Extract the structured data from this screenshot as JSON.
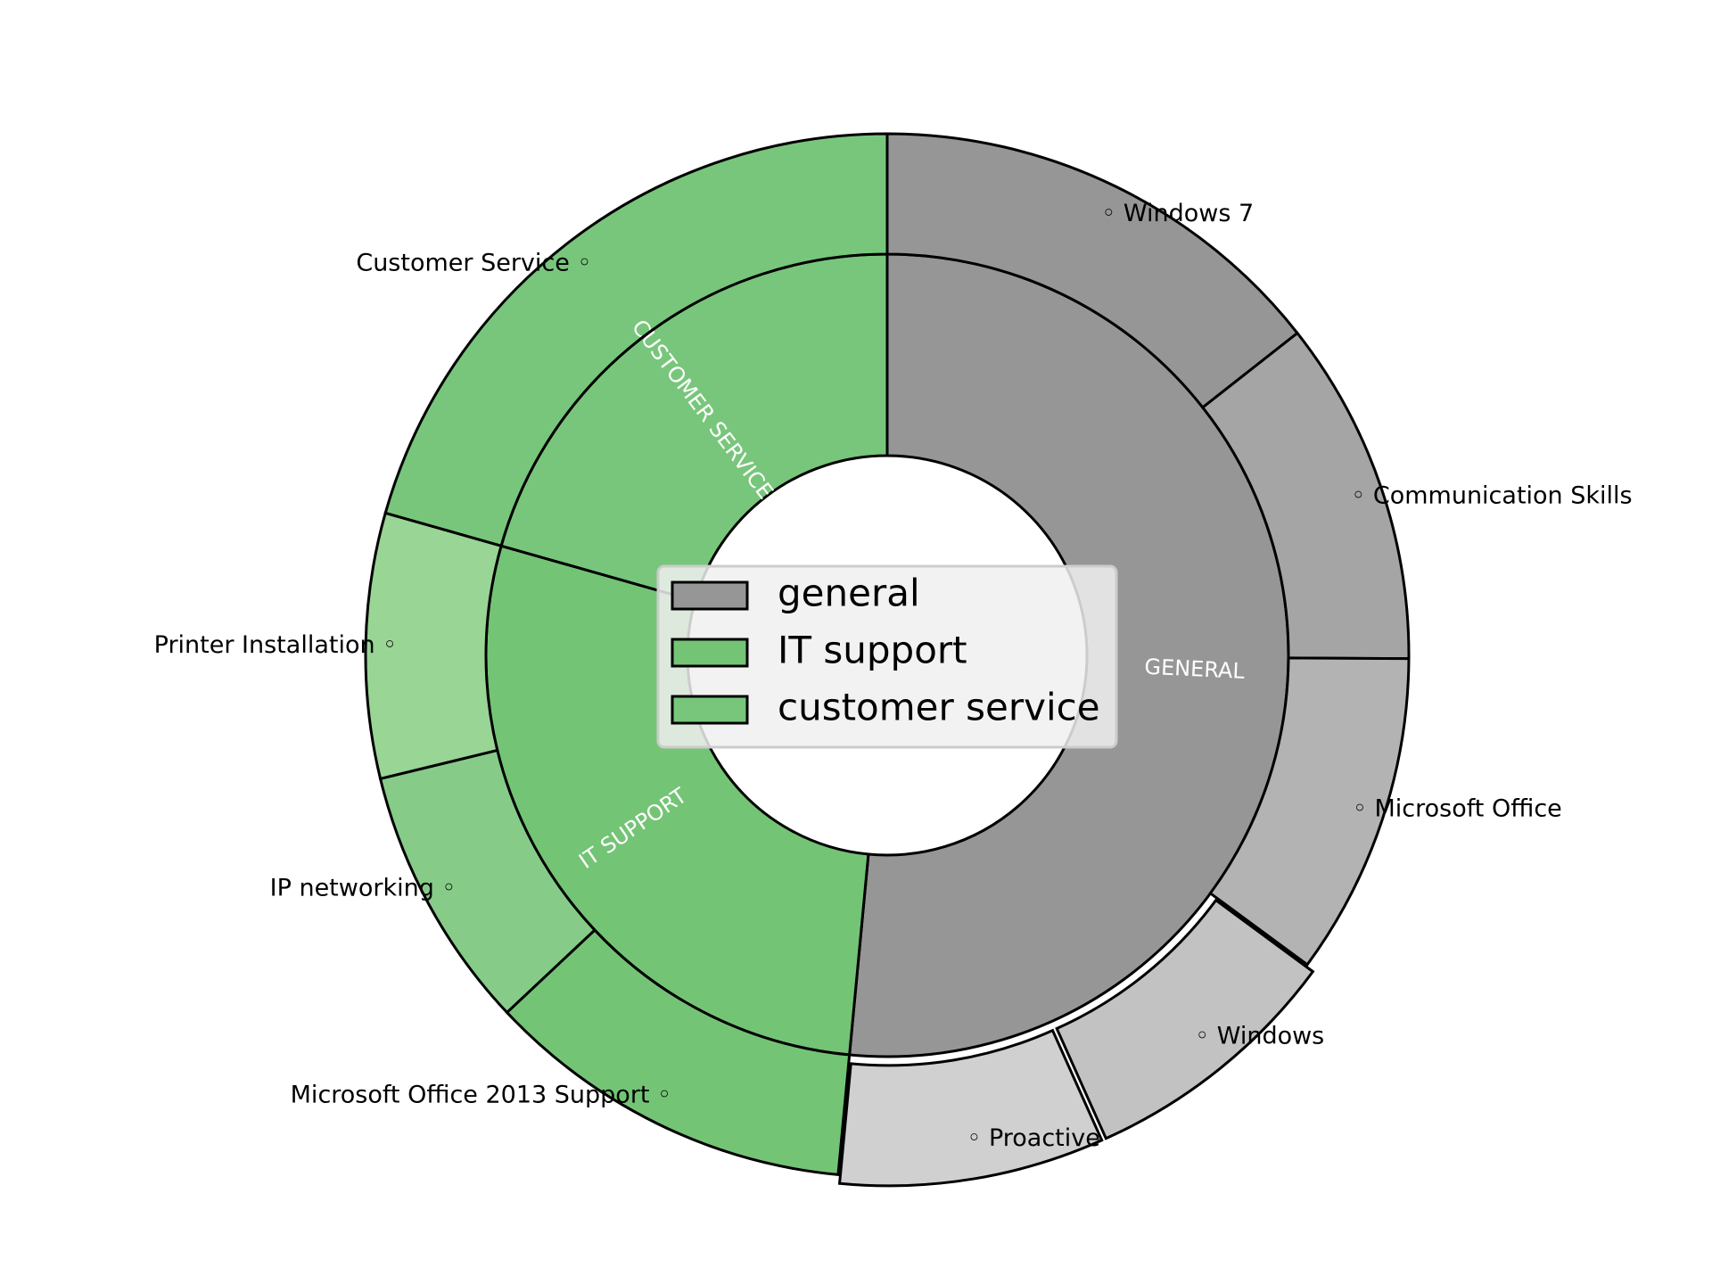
{
  "chart_data": {
    "type": "sunburst",
    "title": "",
    "legend": {
      "placement": "center",
      "entries": [
        {
          "label": "general",
          "color": "#969696"
        },
        {
          "label": "IT support",
          "color": "#74c476"
        },
        {
          "label": "customer service",
          "color": "#78c67b"
        }
      ]
    },
    "categories": [
      {
        "name": "GENERAL",
        "color": "#969696",
        "items": [
          {
            "label": "Windows 7",
            "value": 14.4,
            "color": "#969696",
            "explode": false
          },
          {
            "label": "Communication Skills",
            "value": 10.7,
            "color": "#a5a5a5",
            "explode": false
          },
          {
            "label": "Microsoft Office",
            "value": 10.0,
            "color": "#b3b3b3",
            "explode": false
          },
          {
            "label": "Windows",
            "value": 8.2,
            "color": "#c2c2c2",
            "explode": true
          },
          {
            "label": "Proactive",
            "value": 8.2,
            "color": "#d0d0d0",
            "explode": true
          }
        ]
      },
      {
        "name": "IT SUPPORT",
        "color": "#74c476",
        "items": [
          {
            "label": "Microsoft Office 2013 Support",
            "value": 11.5,
            "color": "#74c476",
            "explode": false
          },
          {
            "label": "IP networking",
            "value": 8.2,
            "color": "#86cc88",
            "explode": false
          },
          {
            "label": "Printer Installation",
            "value": 8.2,
            "color": "#99d594",
            "explode": false
          }
        ]
      },
      {
        "name": "CUSTOMER SERVICE",
        "color": "#78c67b",
        "items": [
          {
            "label": "Customer Service",
            "value": 20.6,
            "color": "#78c67b",
            "explode": false
          }
        ]
      }
    ]
  }
}
